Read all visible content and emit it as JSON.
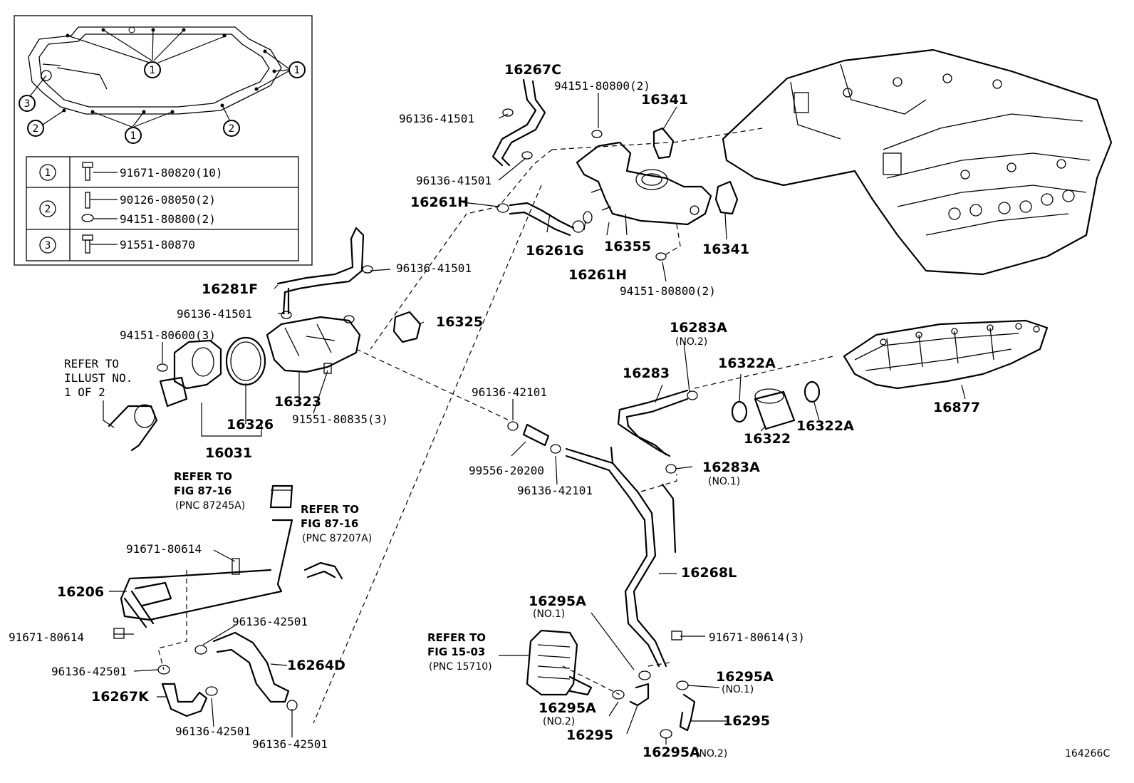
{
  "diagram_id": "164266C",
  "inset": {
    "callouts": [
      "1",
      "1",
      "1",
      "2",
      "2",
      "3"
    ],
    "legend_rows": [
      {
        "key": "1",
        "parts": [
          "91671-80820(10)"
        ]
      },
      {
        "key": "2",
        "parts": [
          "90126-08050(2)",
          "94151-80800(2)"
        ]
      },
      {
        "key": "3",
        "parts": [
          "91551-80870"
        ]
      }
    ]
  },
  "parts": {
    "p16267C": "16267C",
    "p94151_80800_top": "94151-80800(2)",
    "p16341_top": "16341",
    "p96136_41501_a": "96136-41501",
    "p96136_41501_b": "96136-41501",
    "p16261H_a": "16261H",
    "p16261G": "16261G",
    "p16355": "16355",
    "p16341_bot": "16341",
    "p16261H_b": "16261H",
    "p94151_80800_bot": "94151-80800(2)",
    "p96136_41501_c": "96136-41501",
    "p16281F": "16281F",
    "p96136_41501_d": "96136-41501",
    "p16325": "16325",
    "p94151_80600": "94151-80600(3)",
    "p16323": "16323",
    "p91551_80835": "91551-80835(3)",
    "p16326": "16326",
    "p16031": "16031",
    "p16283A_no2": "16283A",
    "p16283A_no2_sub": "(NO.2)",
    "p16322A_a": "16322A",
    "p16283": "16283",
    "p16877": "16877",
    "p16322": "16322",
    "p16322A_b": "16322A",
    "p96136_42101_a": "96136-42101",
    "p99556_20200": "99556-20200",
    "p96136_42101_b": "96136-42101",
    "p16283A_no1": "16283A",
    "p16283A_no1_sub": "(NO.1)",
    "p91671_80614_a": "91671-80614",
    "p16206": "16206",
    "p91671_80614_b": "91671-80614",
    "p96136_42501_a": "96136-42501",
    "p16264D": "16264D",
    "p96136_42501_b": "96136-42501",
    "p16267K": "16267K",
    "p96136_42501_c": "96136-42501",
    "p96136_42501_d": "96136-42501",
    "p16268L": "16268L",
    "p16295A_no1_a": "16295A",
    "p16295A_no1_a_sub": "(NO.1)",
    "p91671_80614_c": "91671-80614(3)",
    "p16295A_no1_b": "16295A",
    "p16295A_no1_b_sub": "(NO.1)",
    "p16295A_no2_a": "16295A",
    "p16295A_no2_a_sub": "(NO.2)",
    "p16295_a": "16295",
    "p16295_b": "16295",
    "p16295A_no2_b": "16295A",
    "p16295A_no2_b_sub": "(NO.2)"
  },
  "refs": {
    "refer1": [
      "REFER TO",
      "ILLUST NO.",
      "1 OF 2"
    ],
    "refer2": [
      "REFER TO",
      "FIG 87-16",
      "(PNC 87245A)"
    ],
    "refer3": [
      "REFER TO",
      "FIG 87-16",
      "(PNC 87207A)"
    ],
    "refer4": [
      "REFER TO",
      "FIG 15-03",
      "(PNC 15710)"
    ]
  }
}
